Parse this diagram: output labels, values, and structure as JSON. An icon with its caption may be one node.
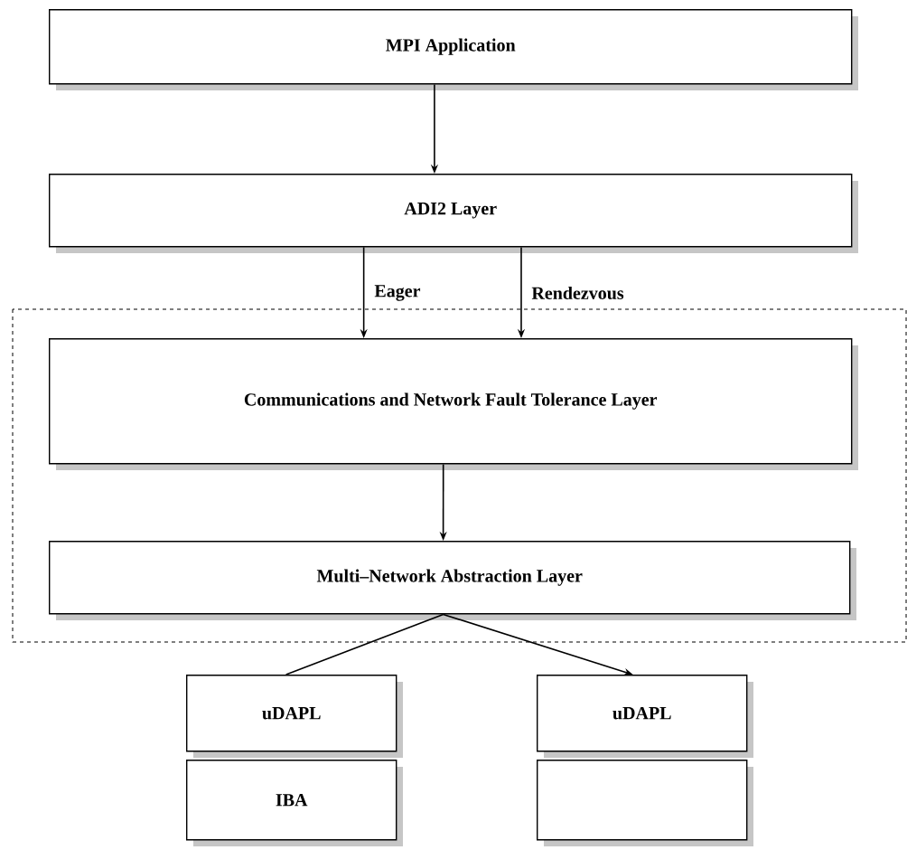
{
  "diagram": {
    "nodes": [
      {
        "text": [
          "MPI Application"
        ]
      },
      {
        "text": [
          "ADI2 Layer"
        ]
      },
      {
        "text": [
          "Communications and Network Fault Tolerance Layer"
        ]
      },
      {
        "text": [
          "Multi–Network Abstraction Layer"
        ]
      },
      {
        "text": [
          "uDAPL"
        ]
      },
      {
        "text": [
          "IBA"
        ]
      },
      {
        "text": [
          "uDAPL"
        ]
      },
      {
        "text": [],
        "shape": "box"
      }
    ],
    "edges": [
      {
        "from": 0,
        "to": 1,
        "arrow": "to"
      },
      {
        "from": 1,
        "to": 2,
        "arrow": "to",
        "label": "Eager"
      },
      {
        "from": 1,
        "to": 2,
        "arrow": "to",
        "label": "Rendezvous"
      },
      {
        "from": 2,
        "to": 3,
        "arrow": "to"
      },
      {
        "from": 3,
        "to": 4,
        "arrow": "none"
      },
      {
        "from": 3,
        "to": 6,
        "arrow": "to"
      }
    ]
  }
}
